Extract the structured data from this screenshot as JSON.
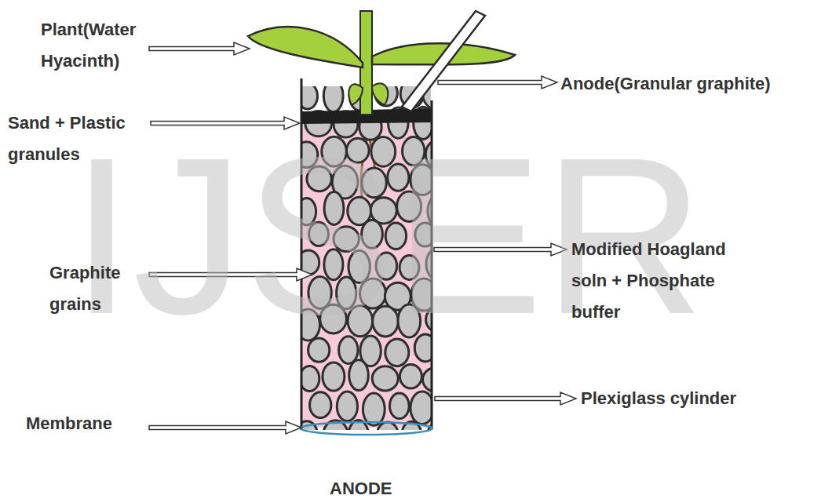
{
  "diagram": {
    "labels": [
      "Plant(Water Hyacinth)",
      "Anode(Granular graphite)",
      "Sand + Plastic granules",
      "Graphite grains",
      "Modified Hoagland soln + Phosphate buffer",
      "Plexiglass cylinder",
      "Membrane",
      "ANODE",
      "IJSER"
    ]
  }
}
